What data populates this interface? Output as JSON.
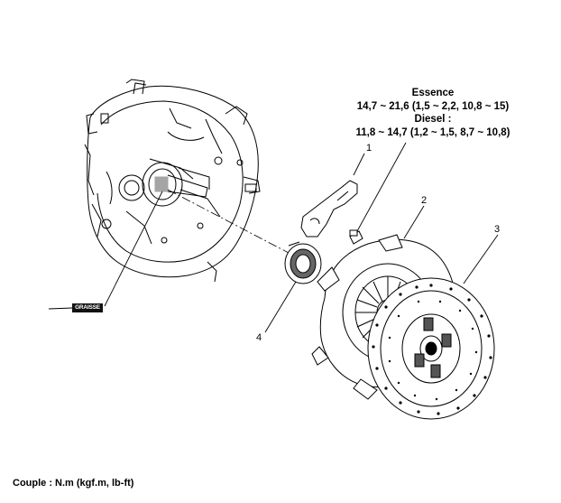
{
  "spec": {
    "essence_title": "Essence",
    "essence_value": "14,7 ~ 21,6 (1,5 ~ 2,2, 10,8 ~ 15)",
    "diesel_title": "Diesel :",
    "diesel_value": "11,8 ~ 14,7 (1,2 ~ 1,5, 8,7 ~ 10,8)"
  },
  "callouts": [
    "1",
    "2",
    "3",
    "4"
  ],
  "grease_label": "GRAISSE",
  "footer": "Couple : N.m (kgf.m, lb-ft)",
  "colors": {
    "line": "#000000",
    "background": "#ffffff",
    "grease_tag": "#111111"
  }
}
